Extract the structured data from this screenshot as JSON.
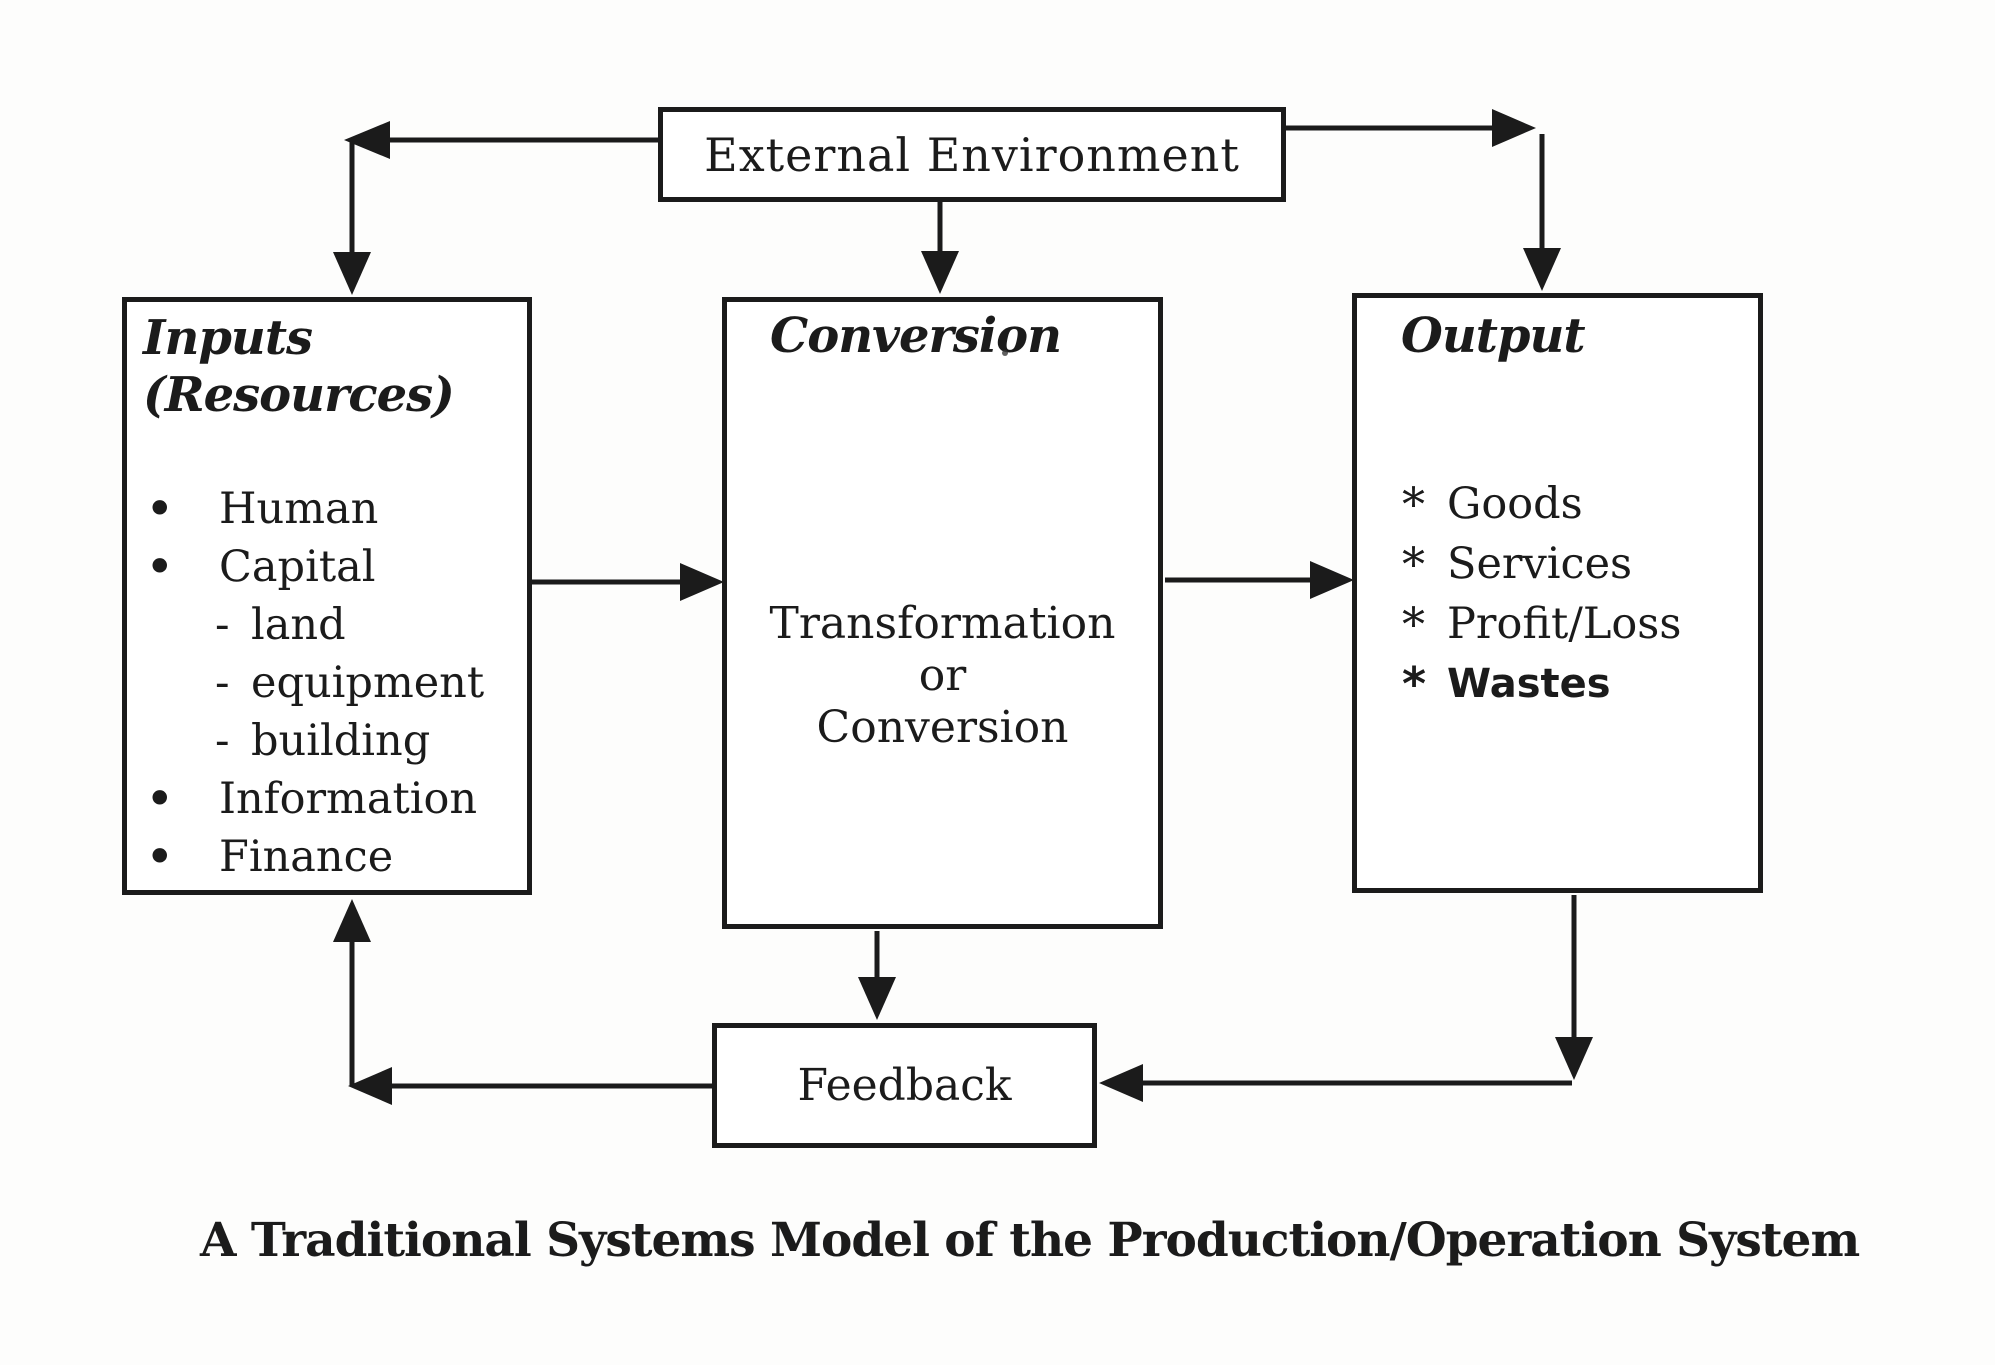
{
  "page": {
    "ink": "#1b1b1b",
    "paper": "#fdfdfc"
  },
  "diagram": {
    "external_environment": {
      "label": "External Environment"
    },
    "inputs": {
      "title": "Inputs",
      "subtitle": "(Resources)",
      "items": [
        {
          "marker": "•",
          "label": "Human",
          "level": 1
        },
        {
          "marker": "•",
          "label": "Capital",
          "level": 1
        },
        {
          "marker": "-",
          "label": "land",
          "level": 2
        },
        {
          "marker": "-",
          "label": "equipment",
          "level": 2
        },
        {
          "marker": "-",
          "label": "building",
          "level": 2
        },
        {
          "marker": "•",
          "label": "Information",
          "level": 1
        },
        {
          "marker": "•",
          "label": "Finance",
          "level": 1
        }
      ]
    },
    "conversion": {
      "title": "Conversion",
      "body_lines": [
        "Transformation",
        "or",
        "Conversion"
      ]
    },
    "output": {
      "title": "Output",
      "items": [
        {
          "marker": "*",
          "label": "Goods"
        },
        {
          "marker": "*",
          "label": "Services"
        },
        {
          "marker": "*",
          "label": "Profit/Loss"
        },
        {
          "marker": "*",
          "label": "Wastes"
        }
      ]
    },
    "feedback": {
      "label": "Feedback"
    },
    "caption": "A Traditional Systems Model of the Production/Operation System"
  }
}
